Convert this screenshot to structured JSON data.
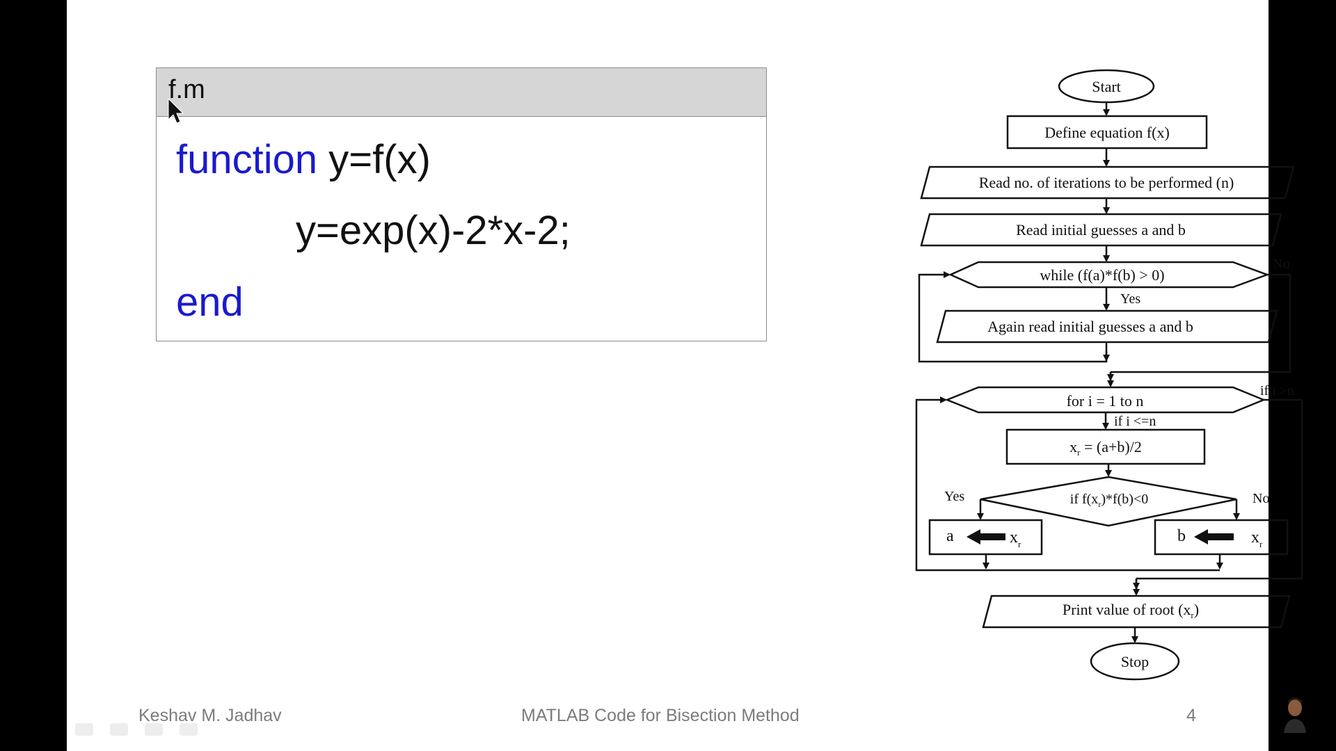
{
  "code": {
    "filename": "f.m",
    "line1_keyword": "function",
    "line1_rest": " y=f(x)",
    "line2": "y=exp(x)-2*x-2;",
    "line3_keyword": "end"
  },
  "flowchart": {
    "start": "Start",
    "define": "Define equation f(x)",
    "read_n": "Read no. of iterations to be performed (n)",
    "read_ab": "Read initial guesses a and b",
    "while": "while (f(a)*f(b) > 0)",
    "yes": "Yes",
    "no": "No",
    "again_read": "Again read initial guesses a and b",
    "for": "for i = 1 to n",
    "if_i_gt_n": "if i >n",
    "if_i_le_n": "if i <=n",
    "xr_var": "x",
    "xr_sub": "r",
    "xr_formula": " = (a+b)/2",
    "cond_pre": "if f(x",
    "cond_sub": "r",
    "cond_post": ")*f(b)<0",
    "a_label": "a",
    "b_label": "b",
    "print_pre": "Print value of root (x",
    "print_sub": "r",
    "print_post": ")",
    "stop": "Stop"
  },
  "footer": {
    "author": "Keshav  M. Jadhav",
    "title": "MATLAB Code for Bisection Method",
    "page": "4"
  }
}
